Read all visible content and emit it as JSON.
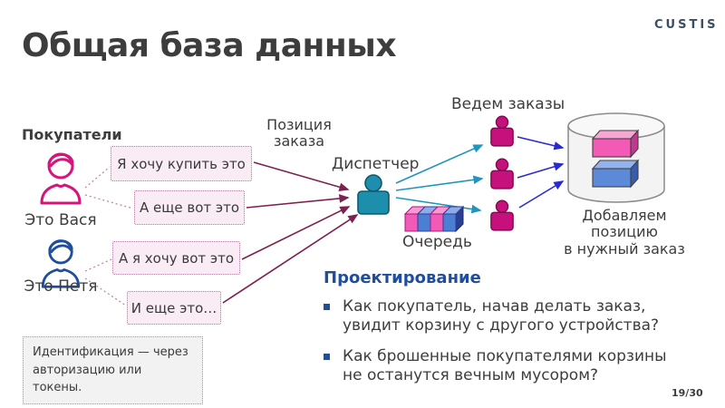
{
  "slide": {
    "title": "Общая база данных",
    "logo": "CUSTIS",
    "page_number": "19/30"
  },
  "diagram": {
    "buyers_label": "Покупатели",
    "buyer1_name": "Это Вася",
    "buyer2_name": "Это Петя",
    "bubbles": [
      {
        "text": "Я хочу купить это"
      },
      {
        "text": "А еще вот это"
      },
      {
        "text": "А я хочу вот это"
      },
      {
        "text": "И еще это…"
      }
    ],
    "order_position_label": "Позиция\nзаказа",
    "dispatcher_label": "Диспетчер",
    "queue_label": "Очередь",
    "managers_label": "Ведем заказы",
    "database_label": "Добавляем\nпозицию\nв нужный заказ",
    "identification_note": "Идентификация — через\nавторизацию или токены.",
    "colors": {
      "buyer1": "#d6147d",
      "buyer2": "#1f4e9c",
      "dispatcher_fill": "#1d8fad",
      "worker_fill": "#c6107c",
      "arrow_order": "#7d2150",
      "arrow_dispatch": "#2095bd",
      "arrow_db": "#2a2ad4",
      "heading_blue": "#1f4e9c"
    }
  },
  "design_section": {
    "heading": "Проектирование",
    "bullets": [
      {
        "text": "Как покупатель, начав делать заказ,\nувидит корзину с другого устройства?"
      },
      {
        "text": "Как брошенные покупателями корзины\nне останутся вечным мусором?"
      }
    ]
  }
}
